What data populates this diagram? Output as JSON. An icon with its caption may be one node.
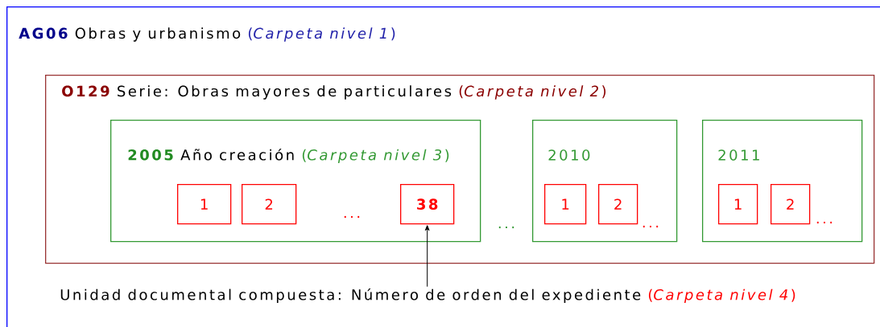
{
  "diagram": {
    "nodes": [
      {
        "text": [
          "AG06",
          "Obras y urbanismo",
          "(*Carpeta nivel 1*)"
        ]
      },
      {
        "text": [
          "O129",
          "Serie: Obras mayores de particulares",
          "(*Carpeta nivel 2*)"
        ],
        "in": 0
      },
      {
        "text": [
          "2005",
          "Año creación",
          "(*Carpeta nivel 3*)"
        ],
        "in": 1
      },
      {
        "text": [
          "1"
        ],
        "in": 2
      },
      {
        "text": [
          "2"
        ],
        "in": 2
      },
      {
        "text": [
          "38"
        ],
        "in": 2
      },
      {
        "text": [
          "2010"
        ],
        "in": 1
      },
      {
        "text": [
          "1"
        ],
        "in": 6
      },
      {
        "text": [
          "2"
        ],
        "in": 6
      },
      {
        "text": [
          "2011"
        ],
        "in": 1
      },
      {
        "text": [
          "1"
        ],
        "in": 9
      },
      {
        "text": [
          "2"
        ],
        "in": 9
      },
      {
        "text": [
          "Unidad documental compuesta: Número de orden del expediente",
          "(*Carpeta nivel 4*)"
        ],
        "in": 0
      }
    ],
    "edges": [
      {
        "from": 12,
        "to": 5,
        "arrow": "to"
      }
    ],
    "labels": [
      "...",
      "...",
      "...",
      "..."
    ]
  }
}
